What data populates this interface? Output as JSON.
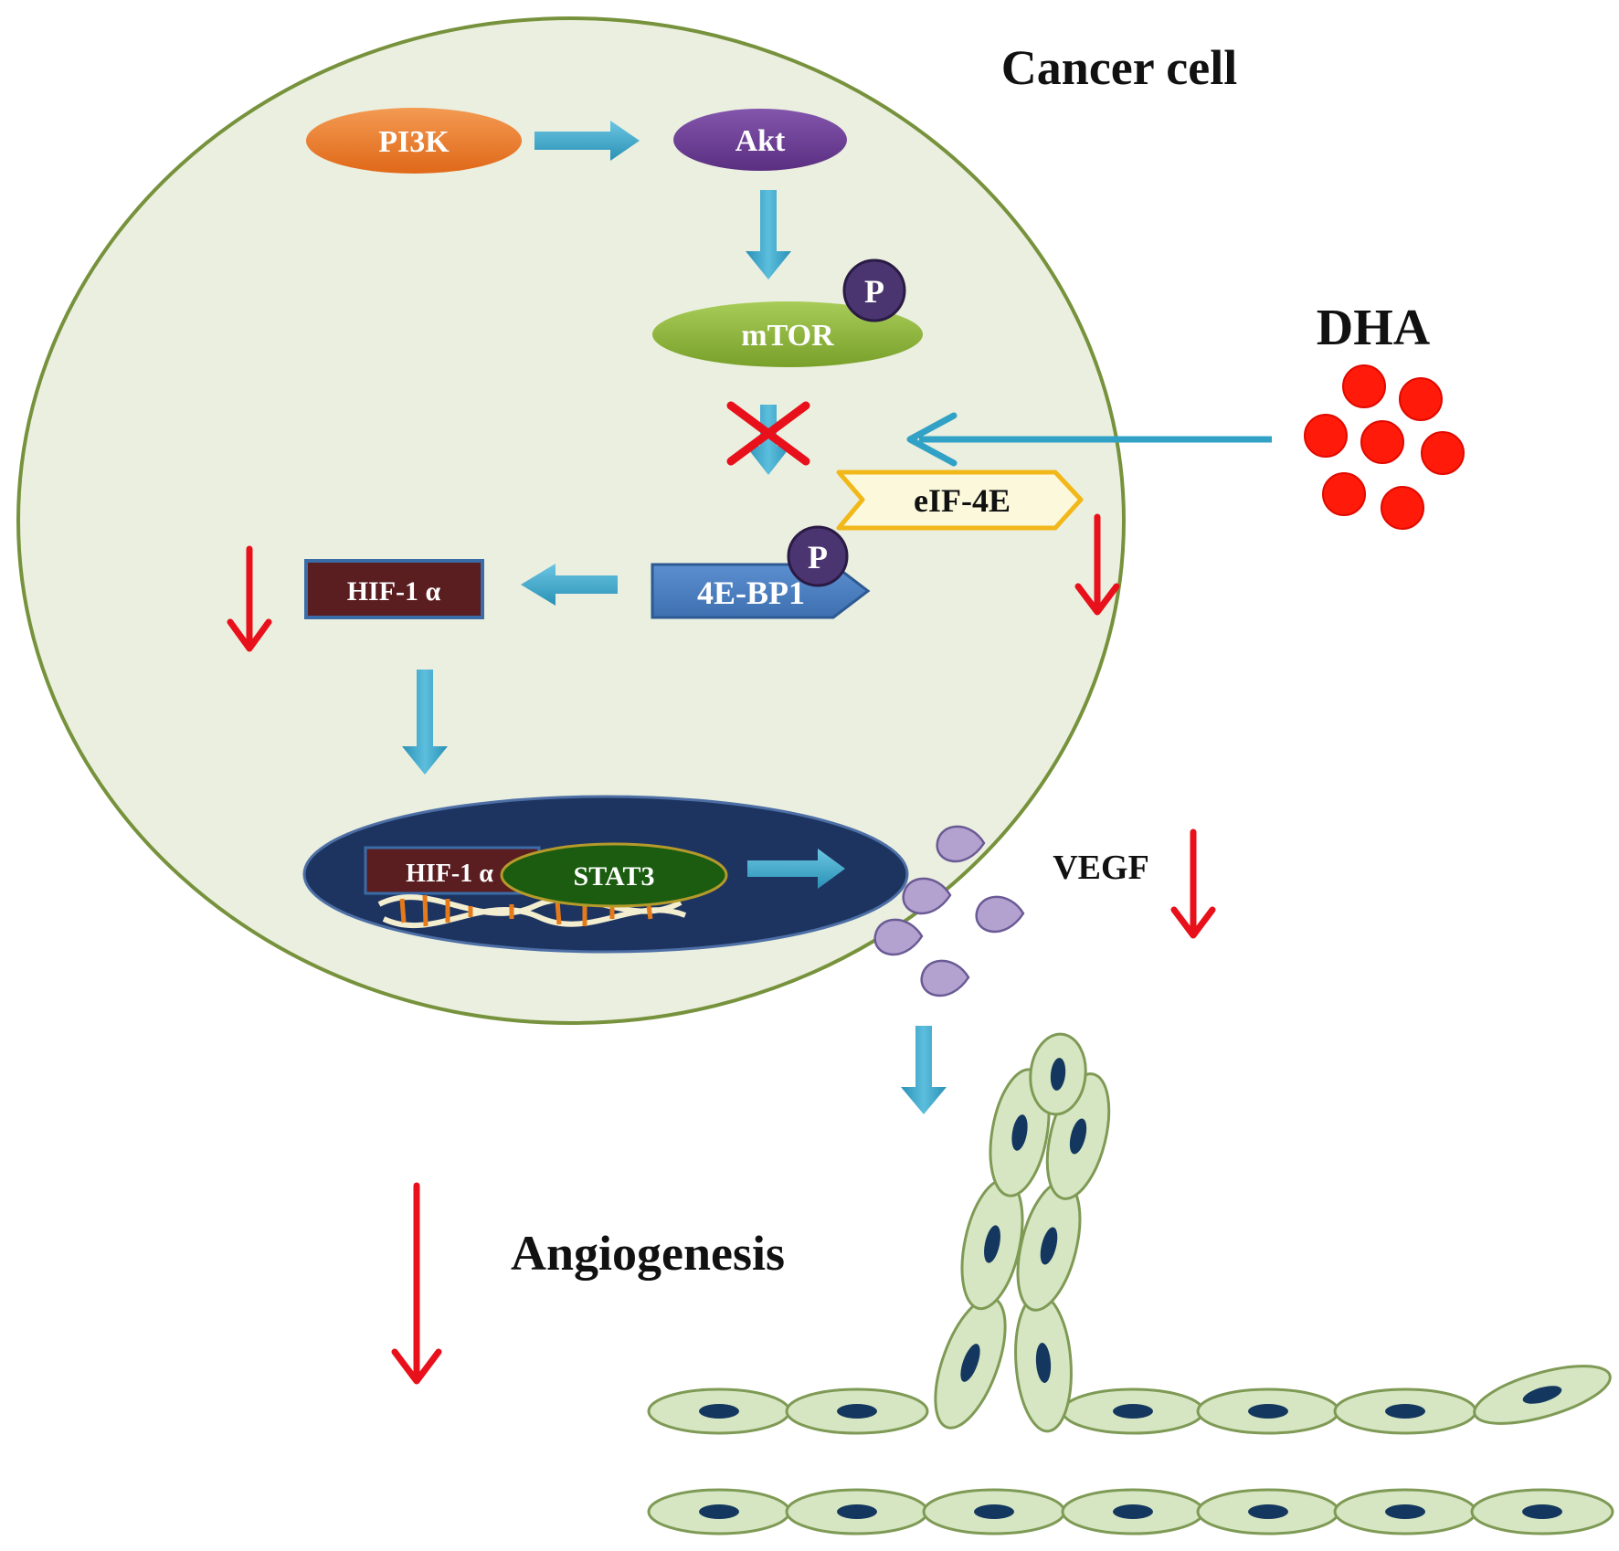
{
  "labels": {
    "cancer_cell": "Cancer cell",
    "pi3k": "PI3K",
    "akt": "Akt",
    "mtor": "mTOR",
    "phospho": "P",
    "dha": "DHA",
    "eif4e": "eIF-4E",
    "bp1": "4E-BP1",
    "hif1a": "HIF-1 α",
    "hif1a_nucleus": "HIF-1 α",
    "stat3": "STAT3",
    "vegf": "VEGF",
    "angiogenesis": "Angiogenesis"
  },
  "colors": {
    "cell_fill": "#ebefdf",
    "cell_border": "#77923c",
    "signal_arrow": "#31a2c6",
    "decrease_arrow": "#e8101a",
    "dha_dot": "#ff1a0a",
    "pi3k": "#ea7a2a",
    "akt": "#6b3c93",
    "mtor": "#8cb33a",
    "hif1a": "#5a1d20",
    "bp1": "#4a7ebf",
    "nucleus": "#1d3460",
    "stat3": "#1b5c10",
    "vegf": "#b3a2cf",
    "endothelial": "#d6e6c2",
    "endothelial_nucleus": "#13375e"
  }
}
